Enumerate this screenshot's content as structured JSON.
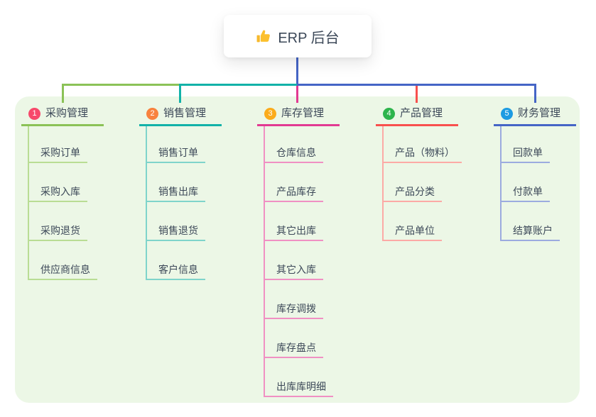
{
  "root": {
    "label": "ERP 后台",
    "icon": "thumbs-up"
  },
  "branches": [
    {
      "num": "1",
      "label": "采购管理",
      "badge_color": "#f7496b",
      "line_color": "#8bc257",
      "line_light_color": "#b9dd94",
      "items": [
        "采购订单",
        "采购入库",
        "采购退货",
        "供应商信息"
      ]
    },
    {
      "num": "2",
      "label": "销售管理",
      "badge_color": "#f8823e",
      "line_color": "#12b2a8",
      "line_light_color": "#7fd4cb",
      "items": [
        "销售订单",
        "销售出库",
        "销售退货",
        "客户信息"
      ]
    },
    {
      "num": "3",
      "label": "库存管理",
      "badge_color": "#fbab1b",
      "line_color": "#e23a92",
      "line_light_color": "#f090c3",
      "items": [
        "仓库信息",
        "产品库存",
        "其它出库",
        "其它入库",
        "库存调拨",
        "库存盘点",
        "出库库明细"
      ]
    },
    {
      "num": "4",
      "label": "产品管理",
      "badge_color": "#2db44c",
      "line_color": "#f8504e",
      "line_light_color": "#fcaaa6",
      "items": [
        "产品（物料）",
        "产品分类",
        "产品单位"
      ]
    },
    {
      "num": "5",
      "label": "财务管理",
      "badge_color": "#1d9be2",
      "line_color": "#4565c6",
      "line_light_color": "#9cabdf",
      "items": [
        "回款单",
        "付款单",
        "结算账户"
      ]
    }
  ],
  "colors": {
    "panel_bg": "#ecf7e6",
    "text": "#3c4858",
    "root_connector": "#4565c6",
    "thumb_icon": "#fcc02e"
  }
}
